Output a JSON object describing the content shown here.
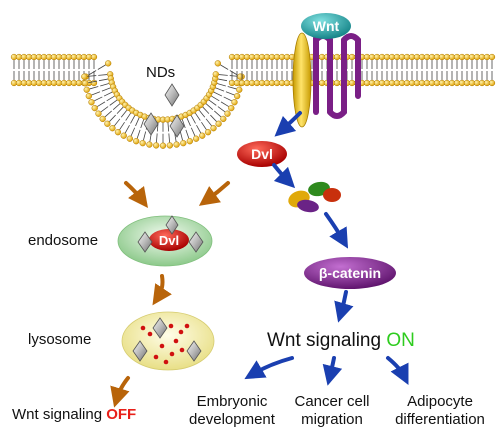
{
  "labels": {
    "wnt": "Wnt",
    "nds": "NDs",
    "dvl": "Dvl",
    "dvl_endosome": "Dvl",
    "endosome": "endosome",
    "lysosome": "lysosome",
    "beta_catenin": "β-catenin",
    "wnt_signaling_off_prefix": "Wnt signaling ",
    "wnt_signaling_off_state": "OFF",
    "wnt_signaling_on_prefix": "Wnt signaling ",
    "wnt_signaling_on_state": "ON",
    "outcome_1_line1": "Embryonic",
    "outcome_1_line2": "development",
    "outcome_2_line1": "Cancer cell",
    "outcome_2_line2": "migration",
    "outcome_3_line1": "Adipocyte",
    "outcome_3_line2": "differentiation"
  },
  "colors": {
    "off": "#e8201a",
    "on": "#2ecc1e",
    "wnt_pill": "#1aa6a6",
    "dvl_pill": "#c81010",
    "beta_catenin_pill": "#7a1f86",
    "receptor": "#7a1f86",
    "coreceptor": "#f2c200",
    "membrane_head": "#f2b90f",
    "arrow_brown": "#b8640a",
    "arrow_blue": "#1a3fb0",
    "endosome_fill": "#9fd29b",
    "lysosome_fill": "#f2eeaa"
  }
}
